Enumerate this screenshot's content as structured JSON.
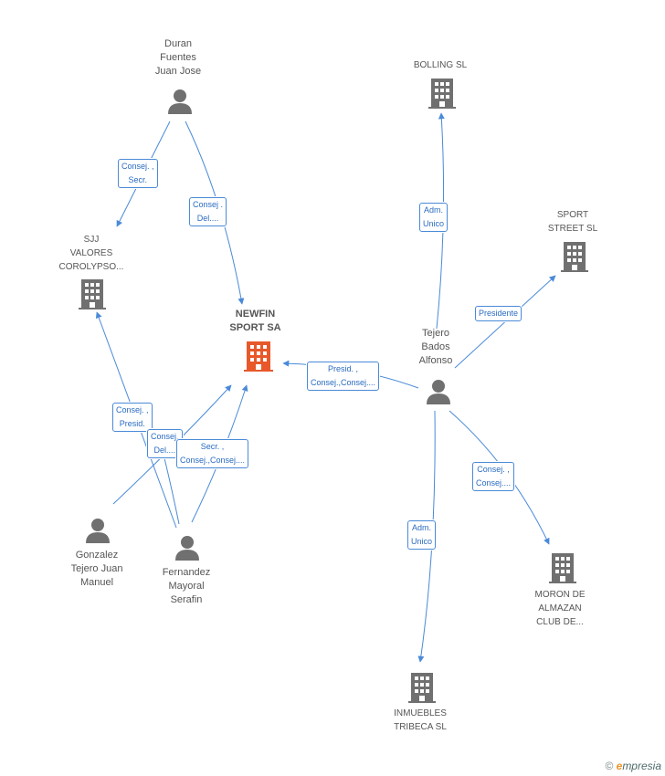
{
  "nodes": {
    "duran": {
      "label": "Duran\nFuentes\nJuan Jose",
      "type": "person"
    },
    "sjj": {
      "label": "SJJ\nVALORES\nCOROLYPSO...",
      "type": "company"
    },
    "newfin": {
      "label": "NEWFIN\nSPORT SA",
      "type": "company",
      "focus": true
    },
    "bolling": {
      "label": "BOLLING SL",
      "type": "company"
    },
    "sport_street": {
      "label": "SPORT\nSTREET SL",
      "type": "company"
    },
    "tejero_bados": {
      "label": "Tejero\nBados\nAlfonso",
      "type": "person"
    },
    "gonzalez": {
      "label": "Gonzalez\nTejero Juan\nManuel",
      "type": "person"
    },
    "fernandez": {
      "label": "Fernandez\nMayoral\nSerafin",
      "type": "person"
    },
    "moron": {
      "label": "MORON DE\nALMAZAN\nCLUB DE...",
      "type": "company"
    },
    "inmuebles": {
      "label": "INMUEBLES\nTRIBECA SL",
      "type": "company"
    }
  },
  "edges": [
    {
      "id": "duran-sjj",
      "label": "Consej. ,\nSecr."
    },
    {
      "id": "duran-newfin",
      "label": "Consej .\nDel...."
    },
    {
      "id": "tejero-newfin",
      "label": "Presid. ,\nConsej.,Consej...."
    },
    {
      "id": "tejero-bolling",
      "label": "Adm.\nUnico"
    },
    {
      "id": "tejero-sportstreet",
      "label": "Presidente"
    },
    {
      "id": "tejero-moron",
      "label": "Consej. ,\nConsej...."
    },
    {
      "id": "tejero-inmuebles",
      "label": "Adm.\nUnico"
    },
    {
      "id": "fernandez-sjj",
      "label": "Consej. ,\nPresid."
    },
    {
      "id": "gonzalez-newfin",
      "label": "Consej.\nDel...."
    },
    {
      "id": "fernandez-newfin",
      "label": "Secr. ,\nConsej.,Consej...."
    }
  ],
  "colors": {
    "company": "#707070",
    "focus": "#e8582a",
    "person": "#707070",
    "edge": "#4a8ad8"
  },
  "footer": {
    "copyright": "©",
    "brand_e": "e",
    "brand": "mpresia"
  }
}
